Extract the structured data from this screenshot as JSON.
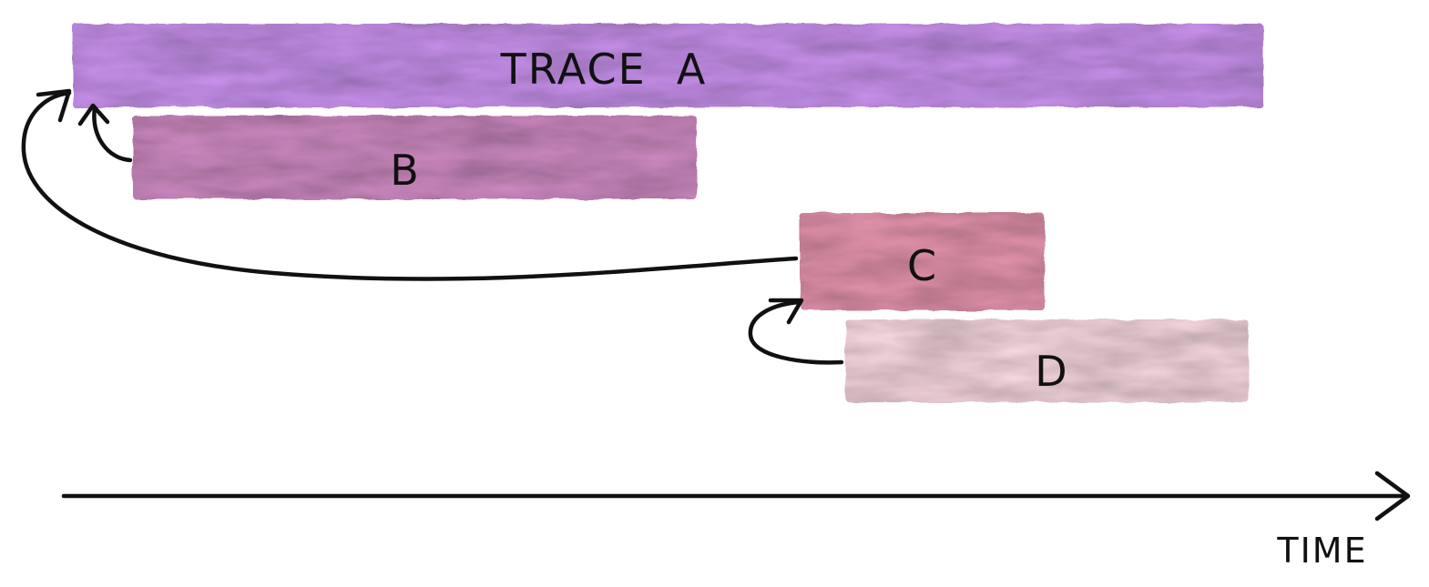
{
  "spans": [
    {
      "id": "a",
      "label": "TRACE  A",
      "color": "#c98ef0"
    },
    {
      "id": "b",
      "label": "B",
      "color": "#cf86c2"
    },
    {
      "id": "c",
      "label": "C",
      "color": "#e891ac"
    },
    {
      "id": "d",
      "label": "D",
      "color": "#fddbe4"
    }
  ],
  "links": [
    {
      "from": "b",
      "to": "a"
    },
    {
      "from": "c",
      "to": "a"
    },
    {
      "from": "d",
      "to": "c"
    }
  ],
  "axis": {
    "label": "TIME"
  },
  "ink_color": "#111111"
}
